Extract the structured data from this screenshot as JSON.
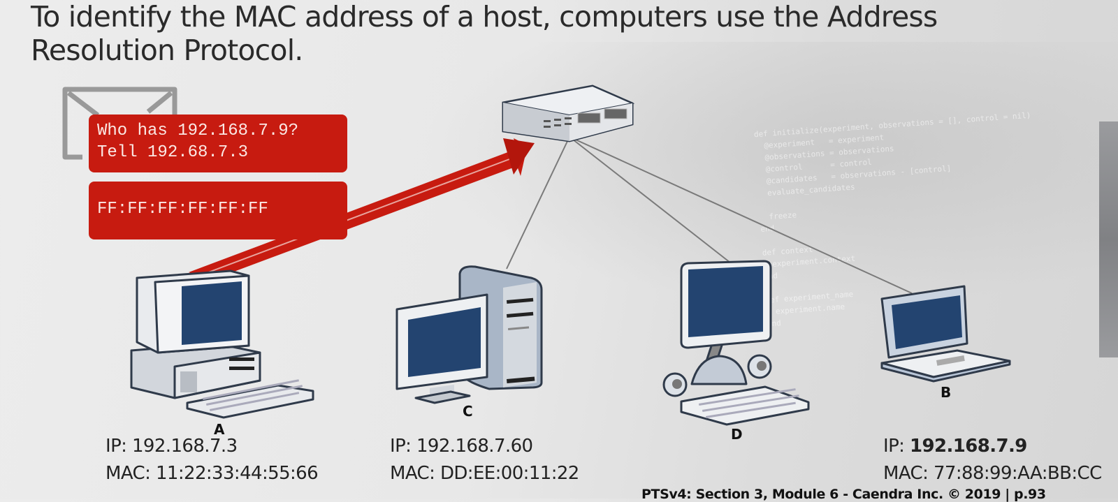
{
  "slide": {
    "title_lines": [
      "To identify the MAC address of a host, computers use the Address",
      "Resolution Protocol."
    ],
    "footer": "PTSv4: Section 3, Module 6 - Caendra Inc. © 2019  |  p.93"
  },
  "arp_packet": {
    "envelope_icon": "envelope-icon",
    "request_line1": "Who has 192.168.7.9?",
    "request_line2": "Tell 192.68.7.3",
    "destination_mac": "FF:FF:FF:FF:FF:FF"
  },
  "network": {
    "switch_icon": "network-switch-icon",
    "colors": {
      "packet_red": "#c71b10",
      "screen_blue": "#234470",
      "outline": "#2f3a4a"
    },
    "hosts": [
      {
        "id": "A",
        "icon": "desktop-crt-icon",
        "ip_label": "IP: ",
        "ip": "192.168.7.3",
        "mac_label": "MAC: ",
        "mac": "11:22:33:44:55:66"
      },
      {
        "id": "C",
        "icon": "tower-pc-icon",
        "ip_label": "IP: ",
        "ip": "192.168.7.60",
        "mac_label": "MAC: ",
        "mac": "DD:EE:00:11:22"
      },
      {
        "id": "D",
        "icon": "all-in-one-pc-icon"
      },
      {
        "id": "B",
        "icon": "laptop-icon",
        "ip_label": "IP: ",
        "ip": "192.168.7.9",
        "mac_label": "MAC: ",
        "mac": "77:88:99:AA:BB:CC"
      }
    ]
  }
}
